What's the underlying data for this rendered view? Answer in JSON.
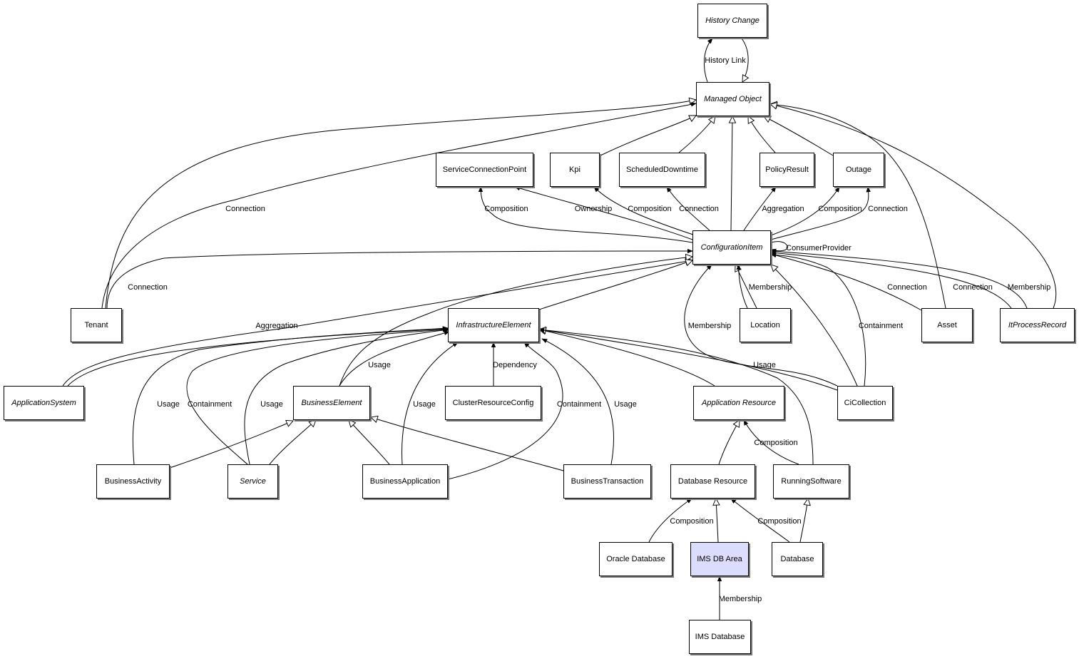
{
  "nodes": {
    "history_change": {
      "label": "History Change",
      "abstract": true
    },
    "managed_object": {
      "label": "Managed Object",
      "abstract": true
    },
    "service_connection_point": {
      "label": "ServiceConnectionPoint"
    },
    "kpi": {
      "label": "Kpi"
    },
    "scheduled_downtime": {
      "label": "ScheduledDowntime"
    },
    "policy_result": {
      "label": "PolicyResult"
    },
    "outage": {
      "label": "Outage"
    },
    "configuration_item": {
      "label": "ConfigurationItem",
      "abstract": true
    },
    "tenant": {
      "label": "Tenant"
    },
    "infrastructure_element": {
      "label": "InfrastructureElement",
      "abstract": true
    },
    "location": {
      "label": "Location"
    },
    "asset": {
      "label": "Asset"
    },
    "it_process_record": {
      "label": "ItProcessRecord",
      "abstract": true
    },
    "application_system": {
      "label": "ApplicationSystem",
      "abstract": true
    },
    "business_element": {
      "label": "BusinessElement",
      "abstract": true
    },
    "cluster_resource_config": {
      "label": "ClusterResourceConfig"
    },
    "application_resource": {
      "label": "Application Resource",
      "abstract": true
    },
    "ci_collection": {
      "label": "CiCollection"
    },
    "business_activity": {
      "label": "BusinessActivity"
    },
    "service": {
      "label": "Service",
      "abstract": true
    },
    "business_application": {
      "label": "BusinessApplication"
    },
    "business_transaction": {
      "label": "BusinessTransaction"
    },
    "database_resource": {
      "label": "Database Resource"
    },
    "running_software": {
      "label": "RunningSoftware"
    },
    "oracle_database": {
      "label": "Oracle Database"
    },
    "ims_db_area": {
      "label": "IMS DB Area",
      "highlight": true
    },
    "database": {
      "label": "Database"
    },
    "ims_database": {
      "label": "IMS Database"
    }
  },
  "edges": [
    {
      "from": "managed_object",
      "to": "history_change",
      "label": "History Link",
      "kind": "association"
    },
    {
      "from": "history_change",
      "to": "managed_object",
      "label": "",
      "kind": "inheritance"
    },
    {
      "from": "tenant",
      "to": "managed_object",
      "label": "",
      "kind": "inheritance"
    },
    {
      "from": "tenant",
      "to": "managed_object",
      "label": "Connection",
      "kind": "association"
    },
    {
      "from": "kpi",
      "to": "managed_object",
      "label": "",
      "kind": "inheritance"
    },
    {
      "from": "scheduled_downtime",
      "to": "managed_object",
      "label": "",
      "kind": "inheritance"
    },
    {
      "from": "configuration_item",
      "to": "managed_object",
      "label": "",
      "kind": "inheritance"
    },
    {
      "from": "policy_result",
      "to": "managed_object",
      "label": "",
      "kind": "inheritance"
    },
    {
      "from": "outage",
      "to": "managed_object",
      "label": "",
      "kind": "inheritance"
    },
    {
      "from": "asset",
      "to": "managed_object",
      "label": "",
      "kind": "inheritance"
    },
    {
      "from": "it_process_record",
      "to": "managed_object",
      "label": "",
      "kind": "inheritance"
    },
    {
      "from": "configuration_item",
      "to": "service_connection_point",
      "label": "Composition",
      "kind": "association"
    },
    {
      "from": "configuration_item",
      "to": "service_connection_point",
      "label": "Ownership",
      "kind": "association"
    },
    {
      "from": "configuration_item",
      "to": "kpi",
      "label": "Composition",
      "kind": "association"
    },
    {
      "from": "configuration_item",
      "to": "scheduled_downtime",
      "label": "Connection",
      "kind": "association"
    },
    {
      "from": "configuration_item",
      "to": "policy_result",
      "label": "Aggregation",
      "kind": "association"
    },
    {
      "from": "configuration_item",
      "to": "outage",
      "label": "Composition",
      "kind": "association"
    },
    {
      "from": "configuration_item",
      "to": "outage",
      "label": "Connection",
      "kind": "association"
    },
    {
      "from": "configuration_item",
      "to": "configuration_item",
      "label": "ConsumerProvider",
      "kind": "association"
    },
    {
      "from": "tenant",
      "to": "configuration_item",
      "label": "Connection",
      "kind": "association"
    },
    {
      "from": "application_system",
      "to": "configuration_item",
      "label": "",
      "kind": "inheritance"
    },
    {
      "from": "business_element",
      "to": "configuration_item",
      "label": "",
      "kind": "inheritance"
    },
    {
      "from": "infrastructure_element",
      "to": "configuration_item",
      "label": "",
      "kind": "inheritance"
    },
    {
      "from": "location",
      "to": "configuration_item",
      "label": "",
      "kind": "inheritance"
    },
    {
      "from": "location",
      "to": "configuration_item",
      "label": "Membership",
      "kind": "association"
    },
    {
      "from": "ci_collection",
      "to": "configuration_item",
      "label": "Membership",
      "kind": "association"
    },
    {
      "from": "ci_collection",
      "to": "configuration_item",
      "label": "",
      "kind": "inheritance"
    },
    {
      "from": "ci_collection",
      "to": "configuration_item",
      "label": "Containment",
      "kind": "association"
    },
    {
      "from": "asset",
      "to": "configuration_item",
      "label": "Connection",
      "kind": "association"
    },
    {
      "from": "it_process_record",
      "to": "configuration_item",
      "label": "Connection",
      "kind": "association"
    },
    {
      "from": "it_process_record",
      "to": "configuration_item",
      "label": "Membership",
      "kind": "association"
    },
    {
      "from": "application_system",
      "to": "infrastructure_element",
      "label": "Aggregation",
      "kind": "association"
    },
    {
      "from": "business_activity",
      "to": "infrastructure_element",
      "label": "Usage",
      "kind": "association"
    },
    {
      "from": "service",
      "to": "infrastructure_element",
      "label": "Containment",
      "kind": "association"
    },
    {
      "from": "service",
      "to": "infrastructure_element",
      "label": "Usage",
      "kind": "association"
    },
    {
      "from": "business_element",
      "to": "infrastructure_element",
      "label": "Usage",
      "kind": "association"
    },
    {
      "from": "business_application",
      "to": "infrastructure_element",
      "label": "Usage",
      "kind": "association"
    },
    {
      "from": "cluster_resource_config",
      "to": "infrastructure_element",
      "label": "Dependency",
      "kind": "association"
    },
    {
      "from": "infrastructure_element",
      "to": "business_application",
      "label": "Containment",
      "kind": "association"
    },
    {
      "from": "business_transaction",
      "to": "infrastructure_element",
      "label": "Usage",
      "kind": "association"
    },
    {
      "from": "application_resource",
      "to": "infrastructure_element",
      "label": "",
      "kind": "inheritance"
    },
    {
      "from": "running_software",
      "to": "infrastructure_element",
      "label": "",
      "kind": "inheritance"
    },
    {
      "from": "ci_collection",
      "to": "infrastructure_element",
      "label": "Usage",
      "kind": "association"
    },
    {
      "from": "business_activity",
      "to": "business_element",
      "label": "",
      "kind": "inheritance"
    },
    {
      "from": "service",
      "to": "business_element",
      "label": "",
      "kind": "inheritance"
    },
    {
      "from": "business_application",
      "to": "business_element",
      "label": "",
      "kind": "inheritance"
    },
    {
      "from": "business_transaction",
      "to": "business_element",
      "label": "",
      "kind": "inheritance"
    },
    {
      "from": "database_resource",
      "to": "application_resource",
      "label": "",
      "kind": "inheritance"
    },
    {
      "from": "running_software",
      "to": "application_resource",
      "label": "Composition",
      "kind": "association"
    },
    {
      "from": "oracle_database",
      "to": "database_resource",
      "label": "Composition",
      "kind": "association"
    },
    {
      "from": "ims_db_area",
      "to": "database_resource",
      "label": "",
      "kind": "inheritance"
    },
    {
      "from": "database",
      "to": "database_resource",
      "label": "Composition",
      "kind": "association"
    },
    {
      "from": "database",
      "to": "running_software",
      "label": "",
      "kind": "inheritance"
    },
    {
      "from": "ims_database",
      "to": "ims_db_area",
      "label": "Membership",
      "kind": "association"
    }
  ]
}
